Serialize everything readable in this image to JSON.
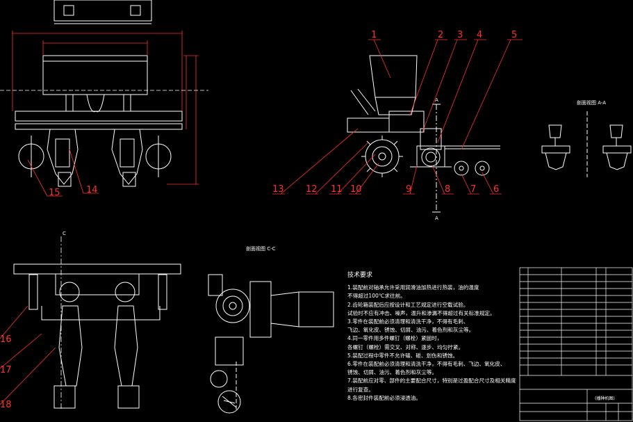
{
  "callouts": {
    "n1": "1",
    "n2": "2",
    "n3": "3",
    "n4": "4",
    "n5": "5",
    "n6": "6",
    "n7": "7",
    "n8": "8",
    "n9": "9",
    "n10": "10",
    "n11": "11",
    "n12": "12",
    "n13": "13",
    "n14": "14",
    "n15": "15",
    "n16": "16",
    "n17": "17",
    "n18": "18"
  },
  "section_labels": {
    "aa_title": "剖面视图 A-A",
    "cc_title": "剖面视图 C-C",
    "a_top": "A",
    "a_bottom": "A",
    "c_marker": "C"
  },
  "tech_notes": {
    "title": "技术要求",
    "lines": [
      "1.装配前对轴承允许采用润滑油加热进行热装，油的温度",
      "不得超过100℃求往前。",
      "2.齿轮箱装配后应按设计和工艺规定进行空载试验。",
      "试验时不应有冲击、噪声，温升和渗漏不得超过有关标准规定。",
      "3.零件在装配前必须清理和清洗干净，不得有毛刺、",
      "飞边、氧化皮、锈蚀、切屑、油污、着色剂和灰尘等。",
      "4.同一零件用多件螺钉（螺栓）紧固时，",
      "各螺钉（螺栓）需交叉、对称、逐步、均匀拧紧。",
      "5.装配过程中零件不允许磕、碰、划伤和锈蚀。",
      "6.零件在装配前必须清理和清洗干净，不得有毛刺、飞边、氧化皮、",
      "锈蚀、切屑、油污、着色剂和灰尘等。",
      "7.装配前应对零、部件的主要配合尺寸，特别是过盈配合尺寸及相关精度",
      "进行复查。",
      "8.各密封件装配前必须浸透油。"
    ]
  },
  "title_block": {
    "drawing_name": "(播种机图)"
  },
  "colors": {
    "background": "#000000",
    "linework": "#ffffff",
    "callout": "#ff3030",
    "dimension": "#ff3030",
    "centerline": "#ffffff"
  }
}
